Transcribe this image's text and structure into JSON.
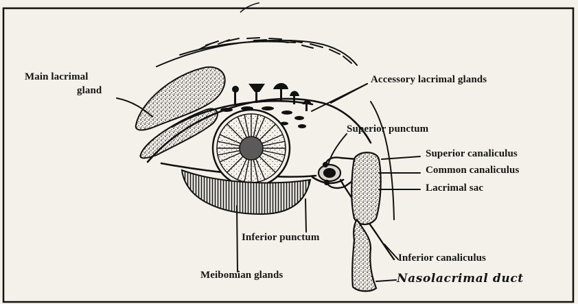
{
  "labels": {
    "main_lacrimal_gland_1": "Main lacrimal",
    "main_lacrimal_gland_2": "gland",
    "accessory_lacrimal_glands": "Accessory lacrimal glands",
    "superior_punctum": "Superior punctum",
    "superior_canaliculus": "Superior canaliculus",
    "common_canaliculus": "Common canaliculus",
    "lacrimal_sac": "Lacrimal sac",
    "inferior_punctum": "Inferior punctum",
    "inferior_canaliculus": "Inferior canaliculus",
    "meibomian_glands": "Meibomian glands",
    "nasolacrimal_duct": "Nasolacrimal duct"
  },
  "colors": {
    "paper": "#f4f1ea",
    "ink": "#141414"
  }
}
